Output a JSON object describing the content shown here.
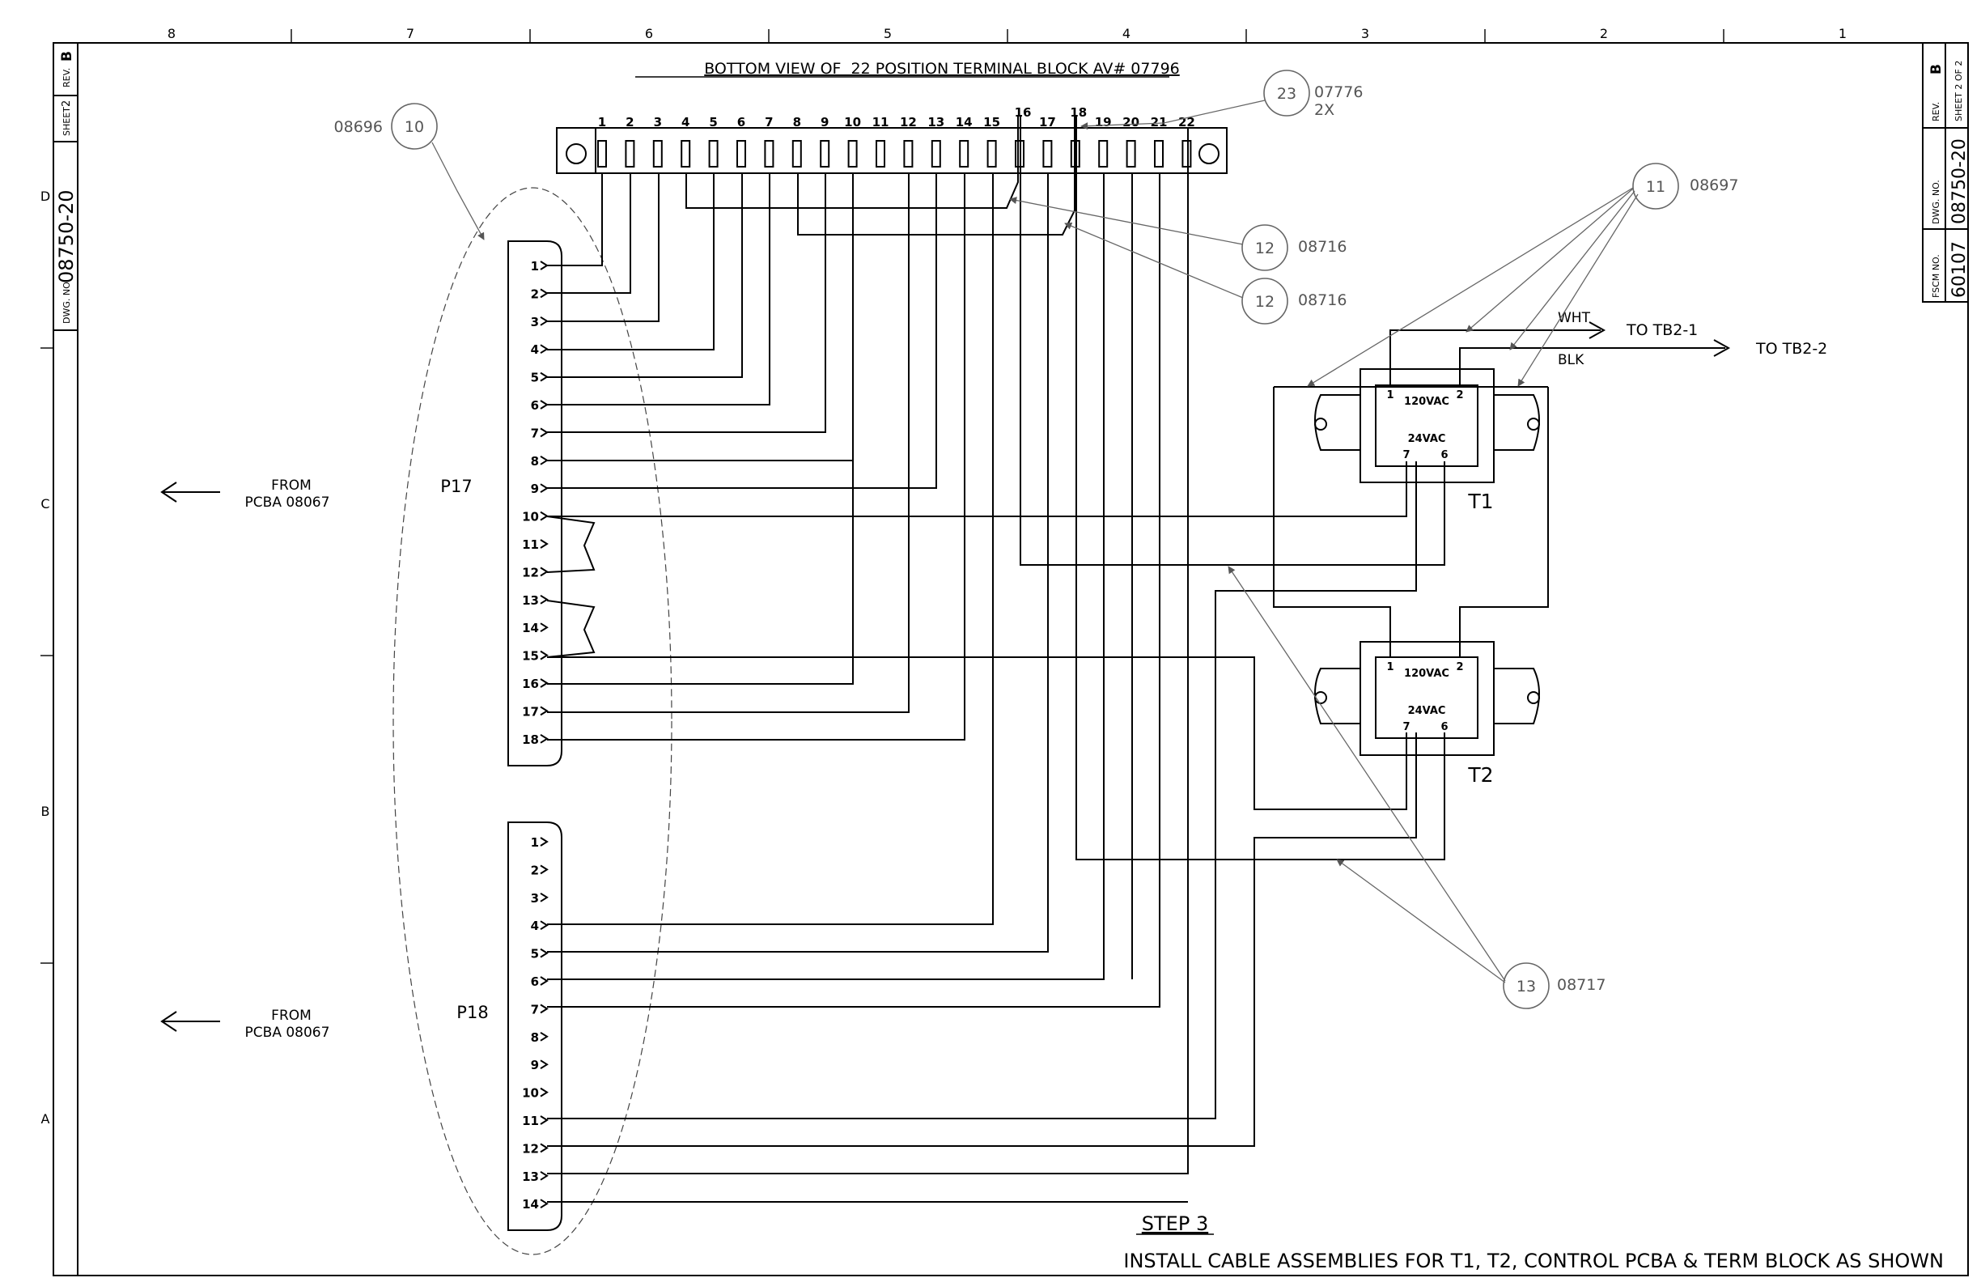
{
  "border": {
    "columns": [
      "8",
      "7",
      "6",
      "5",
      "4",
      "3",
      "2",
      "1"
    ],
    "rows": [
      "D",
      "C",
      "B",
      "A"
    ]
  },
  "title_block_left": {
    "rev_label": "REV.",
    "rev": "B",
    "sheet_label": "SHEET",
    "sheet": "2",
    "dwg_label": "DWG. NO.",
    "dwg_no": "08750-20"
  },
  "title_block_right": {
    "rev_label": "REV.",
    "rev": "B",
    "sheet": "SHEET 2 OF 2",
    "dwg_label": "DWG. NO.",
    "dwg_no": "08750-20",
    "fscm_label": "FSCM NO.",
    "fscm": "60107"
  },
  "terminal_block": {
    "title": "BOTTOM VIEW OF  22 POSITION TERMINAL BLOCK AV# 07796",
    "positions": [
      "1",
      "2",
      "3",
      "4",
      "5",
      "6",
      "7",
      "8",
      "9",
      "10",
      "11",
      "12",
      "13",
      "14",
      "15",
      "16",
      "17",
      "18",
      "19",
      "20",
      "21",
      "22"
    ]
  },
  "connectors": {
    "p17": {
      "label": "P17",
      "pins": [
        "1",
        "2",
        "3",
        "4",
        "5",
        "6",
        "7",
        "8",
        "9",
        "10",
        "11",
        "12",
        "13",
        "14",
        "15",
        "16",
        "17",
        "18"
      ]
    },
    "p18": {
      "label": "P18",
      "pins": [
        "1",
        "2",
        "3",
        "4",
        "5",
        "6",
        "7",
        "8",
        "9",
        "10",
        "11",
        "12",
        "13",
        "14"
      ]
    }
  },
  "from_labels": [
    {
      "line1": "FROM",
      "line2": "PCBA 08067"
    },
    {
      "line1": "FROM",
      "line2": "PCBA 08067"
    }
  ],
  "transformers": [
    {
      "name": "T1",
      "primary": "120VAC",
      "secondary": "24VAC",
      "pins": [
        "1",
        "2",
        "7",
        "6"
      ]
    },
    {
      "name": "T2",
      "primary": "120VAC",
      "secondary": "24VAC",
      "pins": [
        "1",
        "2",
        "7",
        "6"
      ]
    }
  ],
  "leads": {
    "wht": "WHT",
    "blk": "BLK",
    "to_tb2_1": "TO TB2-1",
    "to_tb2_2": "TO TB2-2"
  },
  "balloons": [
    {
      "item": "10",
      "part": "08696"
    },
    {
      "item": "23",
      "part": "07776",
      "qty": "2X"
    },
    {
      "item": "11",
      "part": "08697"
    },
    {
      "item": "12",
      "part": "08716"
    },
    {
      "item": "12",
      "part": "08716"
    },
    {
      "item": "13",
      "part": "08717"
    }
  ],
  "notes": {
    "step": "STEP 3",
    "instruction": "INSTALL CABLE ASSEMBLIES FOR T1, T2, CONTROL PCBA & TERM BLOCK AS SHOWN"
  }
}
